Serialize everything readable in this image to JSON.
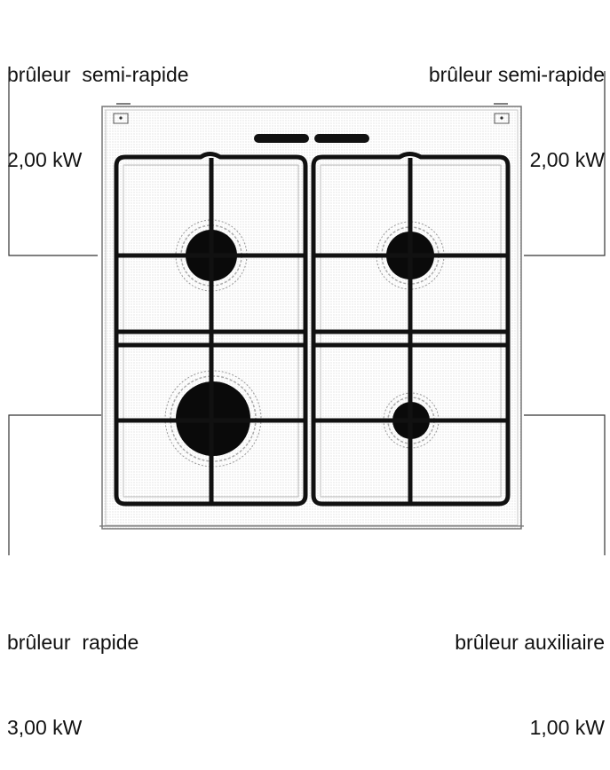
{
  "burners": {
    "top_left": {
      "name": "brûleur  semi-rapide",
      "power": "2,00 kW"
    },
    "top_right": {
      "name": "brûleur semi-rapide",
      "power": "2,00 kW"
    },
    "bottom_left": {
      "name": "brûleur  rapide",
      "power": "3,00 kW"
    },
    "bottom_right": {
      "name": "brûleur auxiliaire",
      "power": "1,00 kW"
    }
  }
}
